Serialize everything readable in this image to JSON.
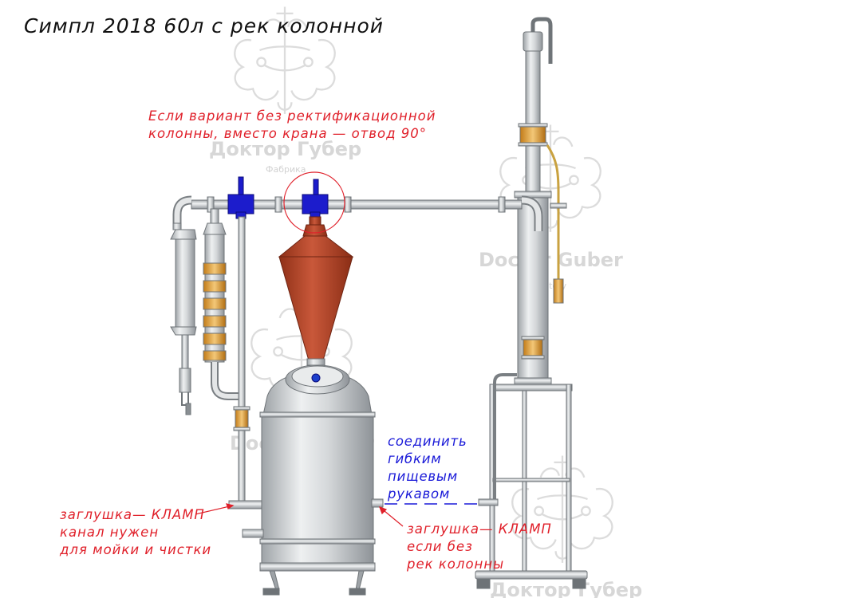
{
  "title": "Симпл 2018 60л с рек колонной",
  "colors": {
    "red_annotation": "#e0202a",
    "blue_annotation": "#1a1ad8",
    "copper": "#b8472b",
    "steel": "#d9dcde",
    "valve_blue": "#1c1ccc",
    "sight_glass": "#e7a73a"
  },
  "annotations": {
    "top_line1": "Если вариант без ректификационной",
    "top_line2": "колонны, вместо крана — отвод 90°",
    "left_line1": "заглушка— КЛАМП",
    "left_line2": "канал нужен",
    "left_line3": "для мойки и чистки",
    "right_line1": "заглушка— КЛАМП",
    "right_line2": "если без",
    "right_line3": "рек колонны",
    "hose_line1": "соединить",
    "hose_line2": "гибким",
    "hose_line3": "пищевым",
    "hose_line4": "рукавом"
  },
  "watermarks": {
    "ru_big": "Доктор Губер",
    "ru_small": "Фабрика",
    "en_big": "Doctor Guber",
    "en_small": "Factory"
  }
}
